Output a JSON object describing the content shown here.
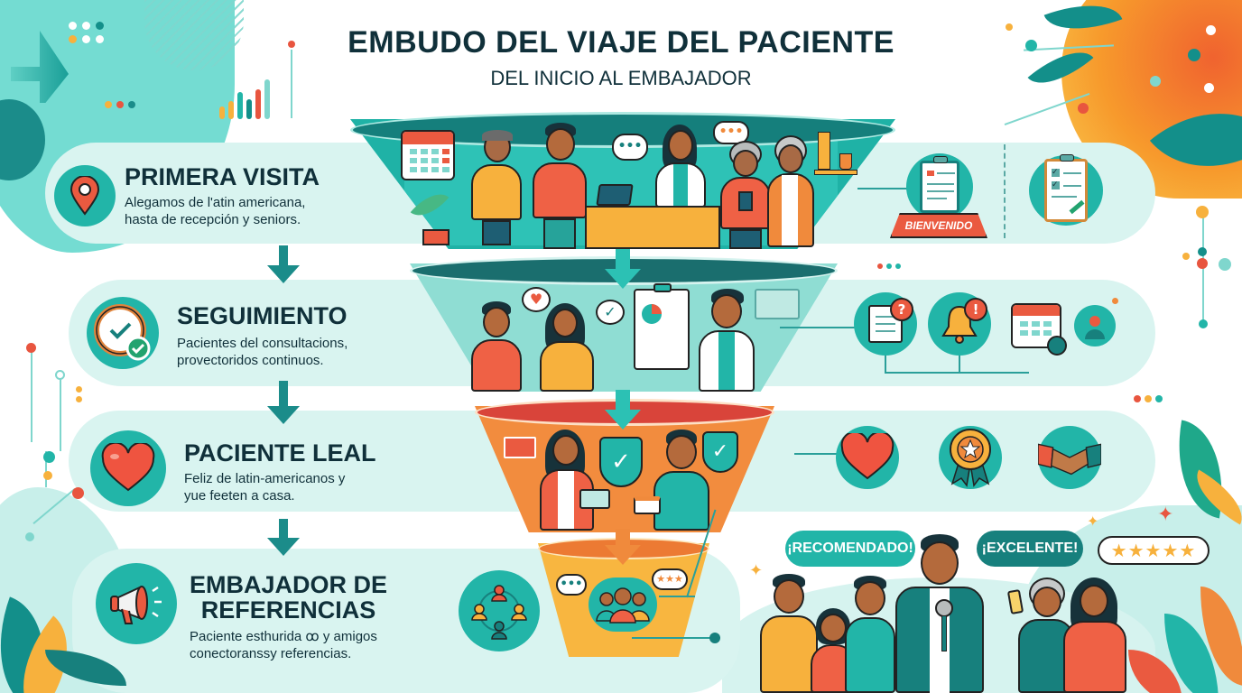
{
  "header": {
    "title": "EMBUDO DEL VIAJE DEL PACIENTE",
    "subtitle": "DEL INICIO AL EMBAJADOR"
  },
  "stages": [
    {
      "title": "PRIMERA VISITA",
      "description_line1": "Alegamos de l'atin americana,",
      "description_line2": "hasta de recepción y seniors.",
      "icon": "map-pin-icon"
    },
    {
      "title": "SEGUIMIENTO",
      "description_line1": "Pacientes del consultacions,",
      "description_line2": "provectoridos continuos.",
      "icon": "clock-check-icon"
    },
    {
      "title": "PACIENTE LEAL",
      "description_line1": "Feliz de latin-americanos y",
      "description_line2": "yue feeten a casa.",
      "icon": "heart-icon"
    },
    {
      "title_line1": "EMBAJADOR DE",
      "title_line2": "REFERENCIAS",
      "description_line1": "Paciente esthurida ꝏ y amigos",
      "description_line2": "conectoranssy referencias.",
      "icon": "megaphone-icon"
    }
  ],
  "funnel": {
    "levels": [
      {
        "name": "primera-visita",
        "color": "#1fb2a6",
        "rim": "#157f7c"
      },
      {
        "name": "seguimiento",
        "color": "#7dd8cd",
        "rim": "#1a6e6e"
      },
      {
        "name": "paciente-leal",
        "color": "#f08a3c",
        "rim": "#d9443a"
      },
      {
        "name": "embajador",
        "color": "#f7b13d",
        "rim": "#ec7a33"
      }
    ],
    "speech_dots": "•••",
    "speech_stars": "★★★"
  },
  "side_panels": {
    "primera_visita": {
      "welcome_mat": "BIENVENIDO",
      "icons": [
        "clipboard-icon",
        "clipboard-checklist-icon"
      ]
    },
    "seguimiento": {
      "icons": [
        "message-question-icon",
        "bell-alert-icon",
        "calendar-clock-icon",
        "user-chat-icon"
      ],
      "badge_question": "?",
      "badge_alert": "!"
    },
    "paciente_leal": {
      "icons": [
        "heart-icon",
        "award-ribbon-icon",
        "handshake-icon"
      ]
    }
  },
  "testimonials": {
    "bubble_1": "¡RECOMENDADO!",
    "bubble_2": "¡EXCELENTE!",
    "rating": "★★★★★"
  },
  "colors": {
    "teal": "#22b5a8",
    "dark_teal": "#1b8c8a",
    "orange": "#f08a3c",
    "red": "#e8553f",
    "yellow": "#f7b13d",
    "mint": "#d9f4f0",
    "navy_text": "#10303a"
  }
}
